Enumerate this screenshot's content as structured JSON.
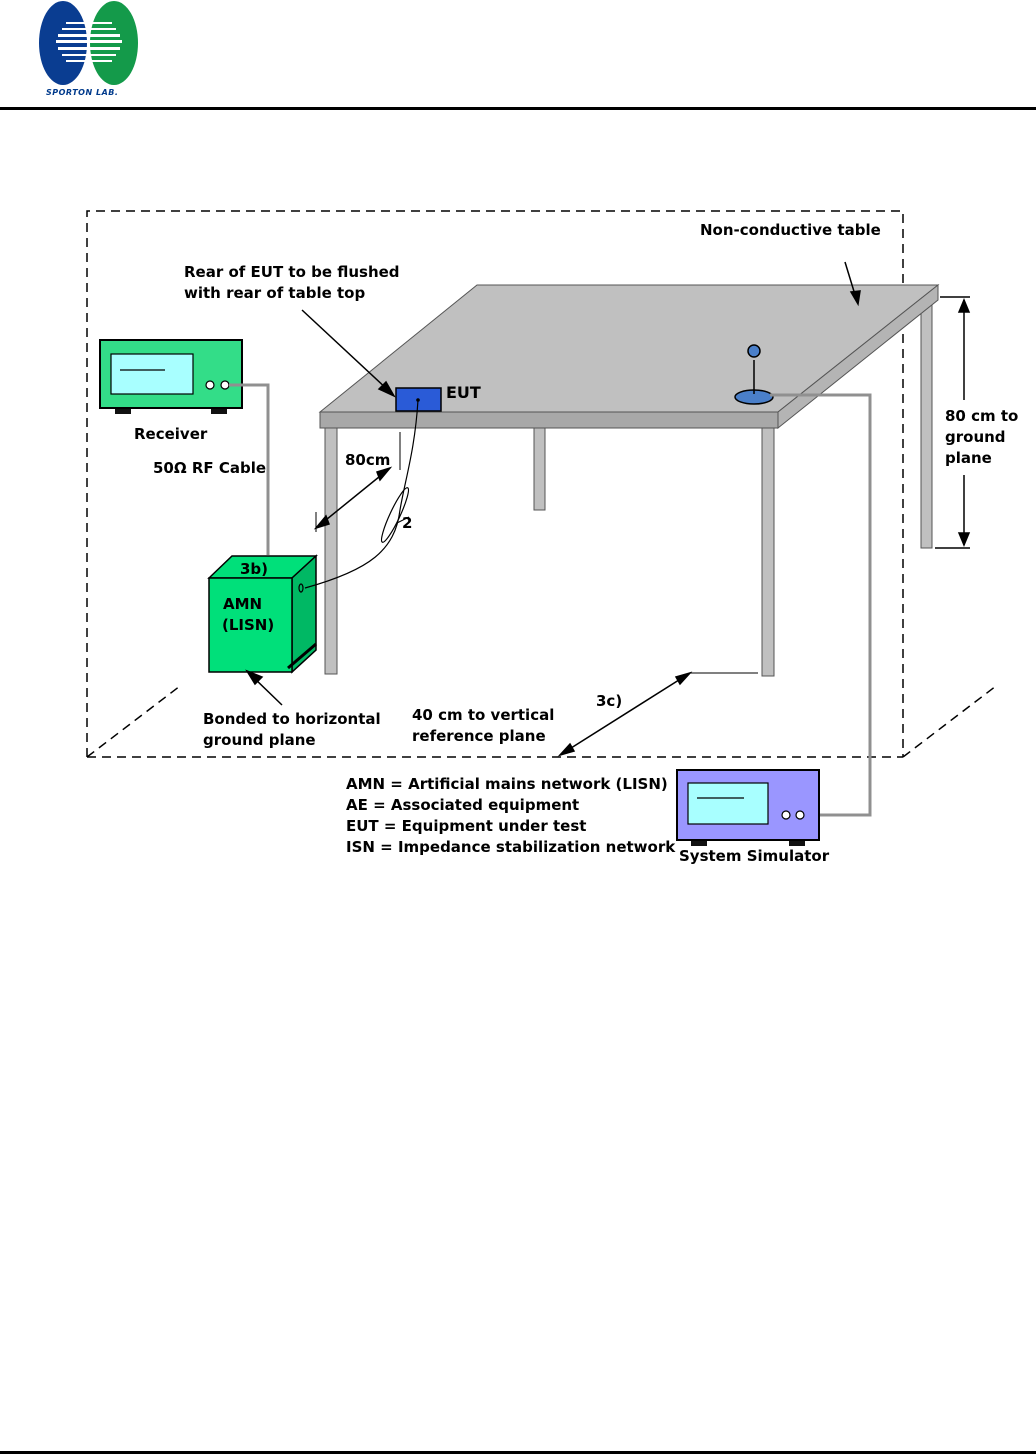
{
  "header": {
    "logo_text": "SPORTON LAB."
  },
  "diagram": {
    "label_table": "Non-conductive table",
    "label_rear_1": "Rear of EUT to be flushed",
    "label_rear_2": "with rear of table top",
    "label_eut": "EUT",
    "label_receiver": "Receiver",
    "label_cable": "50Ω RF Cable",
    "label_80cm": "80cm",
    "label_2": "2",
    "label_3b": "3b)",
    "label_amn": "AMN",
    "label_lisn": "(LISN)",
    "label_height_1": "80 cm to",
    "label_height_2": "ground",
    "label_height_3": "plane",
    "label_3c": "3c)",
    "label_bonded_1": "Bonded to horizontal",
    "label_bonded_2": "ground plane",
    "label_vertical_1": "40 cm to vertical",
    "label_vertical_2": "reference plane",
    "label_system_sim": "System Simulator",
    "legend": [
      "AMN = Artificial mains network (LISN)",
      "AE = Associated equipment",
      "EUT = Equipment under test",
      "ISN = Impedance stabilization network"
    ]
  },
  "colors": {
    "table_top": "#c0c0c0",
    "instrument_green": "#33dd88",
    "amn_green": "#00e07a",
    "eut_blue": "#2a5bd7",
    "simulator_purple": "#9a96ff",
    "screen_cyan": "#a8ffff"
  }
}
